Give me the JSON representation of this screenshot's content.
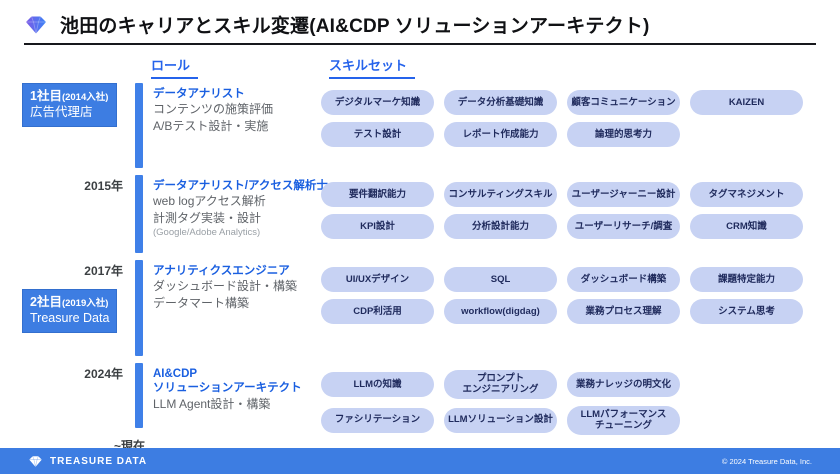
{
  "title": "池田のキャリアとスキル変遷(AI&CDP ソリューションアーキテクト)",
  "columns": {
    "role": "ロール",
    "skills": "スキルセット"
  },
  "colors": {
    "accent_blue": "#3d7de2",
    "timeline_bar": "#3f80e8",
    "role_title_blue": "#1a5fe0",
    "header_link_blue": "#2563eb",
    "pill_background": "#c7d2f3",
    "pill_text": "#1f2a5c",
    "logo_gradient_start": "#7b5be6",
    "logo_gradient_end": "#3b82f6"
  },
  "icons": {
    "title_logo": "treasure-data-diamond-icon",
    "footer_logo": "treasure-data-diamond-icon"
  },
  "sections": [
    {
      "year": "",
      "badge": {
        "title": "1社目",
        "title_note": "(2014入社)",
        "subtitle": "広告代理店"
      },
      "role": {
        "title_lines": [
          "データアナリスト"
        ],
        "detail_lines": [
          "コンテンツの施策評価",
          "A/Bテスト設計・実施"
        ],
        "note": ""
      },
      "skill_rows": [
        [
          "デジタルマーケ知識",
          "データ分析基礎知識",
          "顧客コミュニケーション",
          "KAIZEN"
        ],
        [
          "テスト設計",
          "レポート作成能力",
          "論理的思考力"
        ]
      ]
    },
    {
      "year": "2015年",
      "badge": null,
      "role": {
        "title_lines": [
          "データアナリスト/アクセス解析士"
        ],
        "detail_lines": [
          "web logアクセス解析",
          "計測タグ実装・設計"
        ],
        "note": "(Google/Adobe Analytics)"
      },
      "skill_rows": [
        [
          "要件翻訳能力",
          "コンサルティングスキル",
          "ユーザージャーニー設計",
          "タグマネジメント"
        ],
        [
          "KPI設計",
          "分析設計能力",
          "ユーザーリサーチ/調査",
          "CRM知識"
        ]
      ]
    },
    {
      "year": "2017年",
      "badge": {
        "title": "2社目",
        "title_note": "(2019入社)",
        "subtitle": "Treasure Data"
      },
      "role": {
        "title_lines": [
          "アナリティクスエンジニア"
        ],
        "detail_lines": [
          "ダッシュボード設計・構築",
          "データマート構築"
        ],
        "note": ""
      },
      "skill_rows": [
        [
          "UI/UXデザイン",
          "SQL",
          "ダッシュボード構築",
          "課題特定能力"
        ],
        [
          "CDP利活用",
          "workflow(digdag)",
          "業務プロセス理解",
          "システム思考"
        ]
      ]
    },
    {
      "year": "2024年",
      "badge": null,
      "role": {
        "title_lines": [
          "AI&CDP",
          "ソリューションアーキテクト"
        ],
        "detail_lines": [
          "LLM Agent設計・構築"
        ],
        "note": ""
      },
      "skill_rows": [
        [
          "LLMの知識",
          "プロンプト\nエンジニアリング",
          "業務ナレッジの明文化"
        ],
        [
          "ファシリテーション",
          "LLMソリューション設計",
          "LLMパフォーマンス\nチューニング"
        ]
      ]
    }
  ],
  "timeline_end": "~現在",
  "footer": {
    "brand": "TREASURE DATA",
    "copyright": "© 2024 Treasure Data, Inc."
  }
}
